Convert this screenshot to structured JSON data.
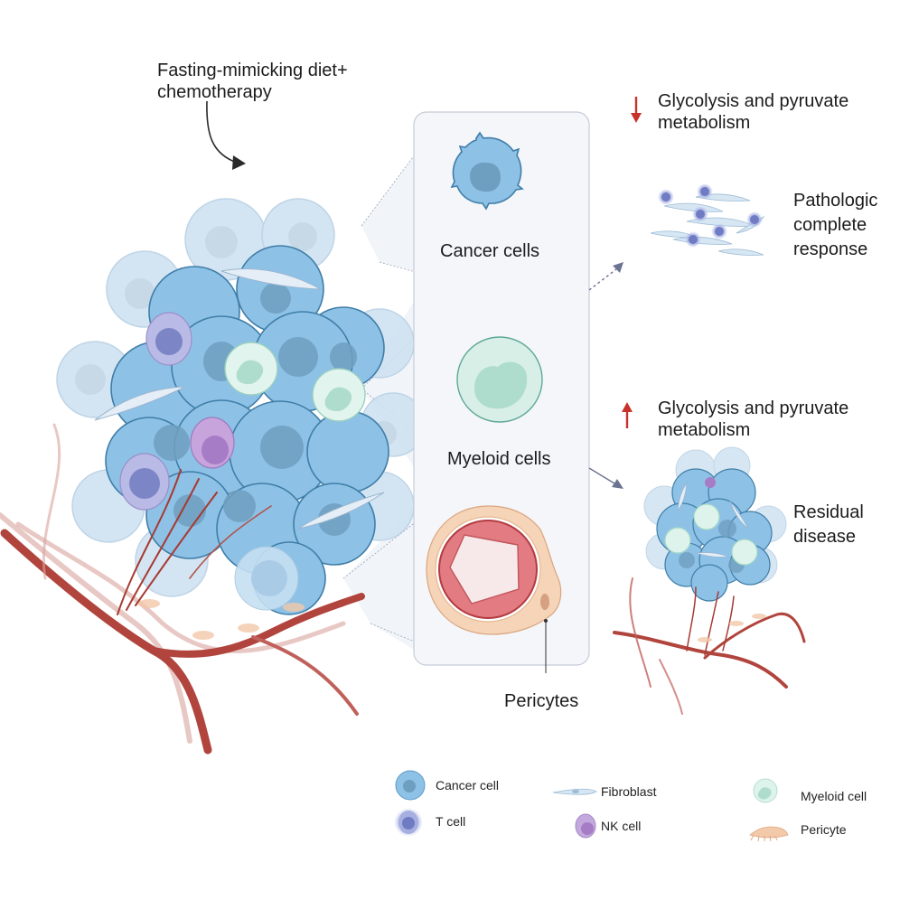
{
  "intervention": {
    "label_line1": "Fasting-mimicking diet+",
    "label_line2": "chemotherapy"
  },
  "zoom_panel": {
    "items": [
      {
        "label": "Cancer cells"
      },
      {
        "label": "Myeloid cells"
      }
    ],
    "pericytes_label": "Pericytes"
  },
  "outcomes": [
    {
      "metabolism_direction": "down",
      "metabolism_line1": "Glycolysis and pyruvate",
      "metabolism_line2": "metabolism",
      "result_lines": [
        "Pathologic",
        "complete",
        "response"
      ],
      "arrow_style": "dashed"
    },
    {
      "metabolism_direction": "up",
      "metabolism_line1": "Glycolysis and pyruvate",
      "metabolism_line2": "metabolism",
      "result_lines": [
        "Residual",
        "disease"
      ],
      "arrow_style": "solid"
    }
  ],
  "legend": [
    {
      "icon": "cancer-cell-icon",
      "label": "Cancer cell"
    },
    {
      "icon": "t-cell-icon",
      "label": "T cell"
    },
    {
      "icon": "fibroblast-icon",
      "label": "Fibroblast"
    },
    {
      "icon": "nk-cell-icon",
      "label": "NK cell"
    },
    {
      "icon": "myeloid-cell-icon",
      "label": "Myeloid cell"
    },
    {
      "icon": "pericyte-icon",
      "label": "Pericyte"
    }
  ],
  "colors": {
    "cancer_cell": "#8ec1e6",
    "cancer_nucleus": "#6f9fc0",
    "myeloid_cell": "#d5efe8",
    "t_cell": "#9aa8d8",
    "nk_cell": "#b49ad6",
    "vessel": "#b1443d",
    "pericyte": "#f2c9a9",
    "arrow_down": "#c8322b",
    "arrow_up": "#c8322b",
    "panel_bg": "#f4f6fa"
  }
}
